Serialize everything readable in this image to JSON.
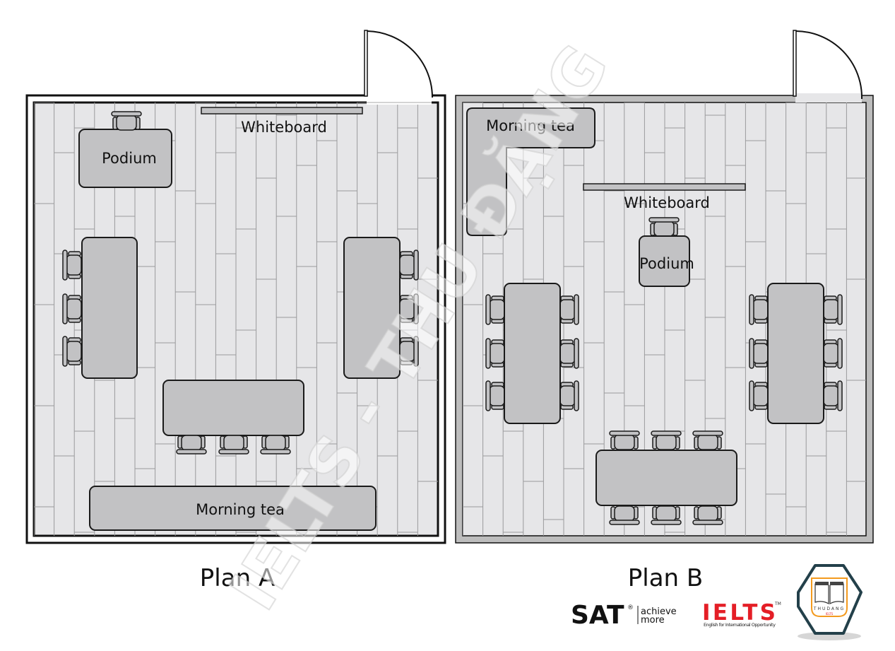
{
  "plan_a": {
    "title": "Plan A",
    "labels": {
      "whiteboard": "Whiteboard",
      "podium": "Podium",
      "morning_tea": "Morning tea"
    }
  },
  "plan_b": {
    "title": "Plan B",
    "labels": {
      "whiteboard": "Whiteboard",
      "podium": "Podium",
      "morning_tea": "Morning tea"
    }
  },
  "watermark": "IELTS - THU ĐẶNG",
  "logos": {
    "sat": "SAT",
    "sat_reg": "®",
    "sat_tagline_1": "achieve",
    "sat_tagline_2": "more",
    "ielts": "IELTS",
    "ielts_tm": "TM",
    "ielts_tagline": "English for International Opportunity",
    "thudang": "THUDANG",
    "thudang_sub": "IELTS"
  },
  "colors": {
    "floor": "#e6e6e8",
    "furniture": "#c2c2c4",
    "wall_b": "#bdbdbd",
    "ielts_red": "#e41e26",
    "hex_border": "#23404a",
    "orange": "#f39a1e"
  }
}
